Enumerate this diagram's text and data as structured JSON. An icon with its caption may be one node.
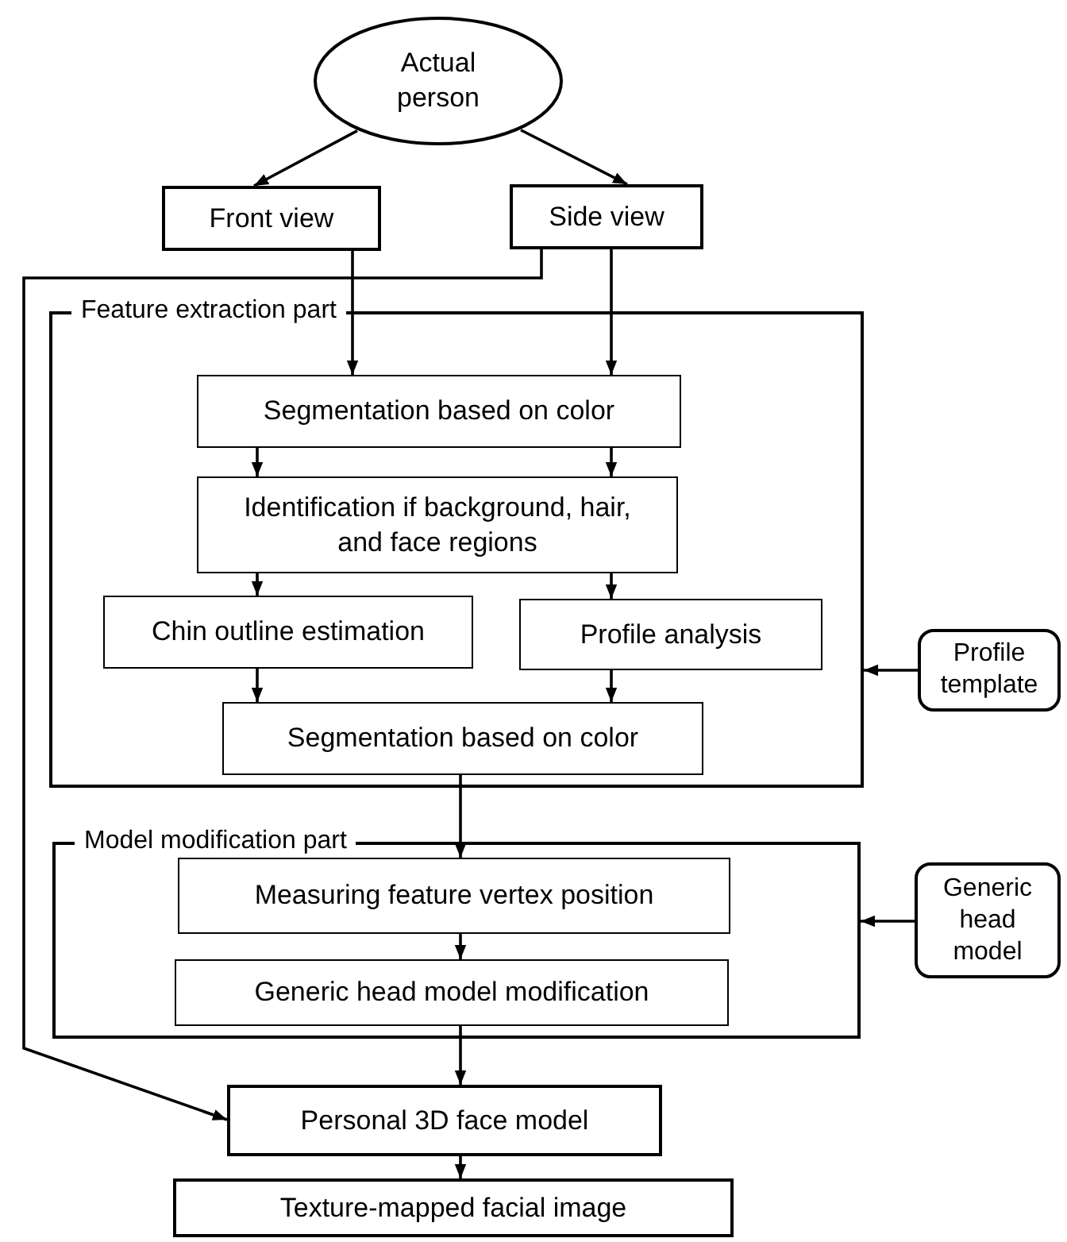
{
  "diagram": {
    "nodes": [
      {
        "text": [
          "Actual person"
        ]
      },
      {
        "text": [
          "Front view"
        ]
      },
      {
        "text": [
          "Side view"
        ]
      },
      {
        "text": [
          "Feature extraction part"
        ]
      },
      {
        "text": [
          "Segmentation based on color"
        ],
        "in": 3
      },
      {
        "text": [
          "Identification if background, hair, and face regions"
        ],
        "in": 3
      },
      {
        "text": [
          "Chin outline estimation"
        ],
        "in": 3
      },
      {
        "text": [
          "Profile analysis"
        ],
        "in": 3
      },
      {
        "text": [
          "Segmentation based on color"
        ],
        "in": 3
      },
      {
        "text": [
          "Model modification part"
        ]
      },
      {
        "text": [
          "Measuring feature vertex position"
        ],
        "in": 9
      },
      {
        "text": [
          "Generic head model modification"
        ],
        "in": 9
      },
      {
        "text": [
          "Personal 3D face model"
        ]
      },
      {
        "text": [
          "Texture-mapped facial image"
        ]
      },
      {
        "text": [
          "Profile template"
        ]
      },
      {
        "text": [
          "Generic head model"
        ]
      }
    ],
    "edges": [
      {
        "from": 0,
        "to": 1,
        "arrow": "to"
      },
      {
        "from": 0,
        "to": 2,
        "arrow": "to"
      },
      {
        "from": 1,
        "to": 4,
        "arrow": "to"
      },
      {
        "from": 2,
        "to": 4,
        "arrow": "to"
      },
      {
        "from": 4,
        "to": 5,
        "arrow": "to"
      },
      {
        "from": 4,
        "to": 5,
        "arrow": "to"
      },
      {
        "from": 5,
        "to": 6,
        "arrow": "to"
      },
      {
        "from": 5,
        "to": 7,
        "arrow": "to"
      },
      {
        "from": 6,
        "to": 8,
        "arrow": "to"
      },
      {
        "from": 7,
        "to": 8,
        "arrow": "to"
      },
      {
        "from": 8,
        "to": 10,
        "arrow": "to"
      },
      {
        "from": 10,
        "to": 11,
        "arrow": "to"
      },
      {
        "from": 11,
        "to": 12,
        "arrow": "to"
      },
      {
        "from": 12,
        "to": 13,
        "arrow": "to"
      },
      {
        "from": 2,
        "to": 12,
        "arrow": "to"
      },
      {
        "from": 14,
        "to": 3,
        "arrow": "to"
      },
      {
        "from": 15,
        "to": 9,
        "arrow": "to"
      }
    ]
  }
}
